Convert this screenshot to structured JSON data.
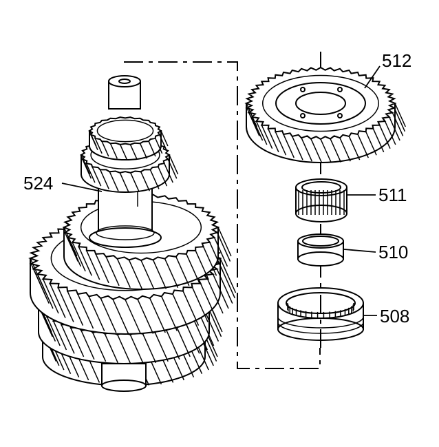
{
  "diagram": {
    "callouts": [
      {
        "id": "512",
        "text": "512",
        "part": "gear"
      },
      {
        "id": "511",
        "text": "511",
        "part": "needle-bearing"
      },
      {
        "id": "510",
        "text": "510",
        "part": "bearing-race"
      },
      {
        "id": "508",
        "text": "508",
        "part": "synchronizer-ring"
      },
      {
        "id": "524",
        "text": "524",
        "part": "countershaft-assembly"
      }
    ]
  }
}
